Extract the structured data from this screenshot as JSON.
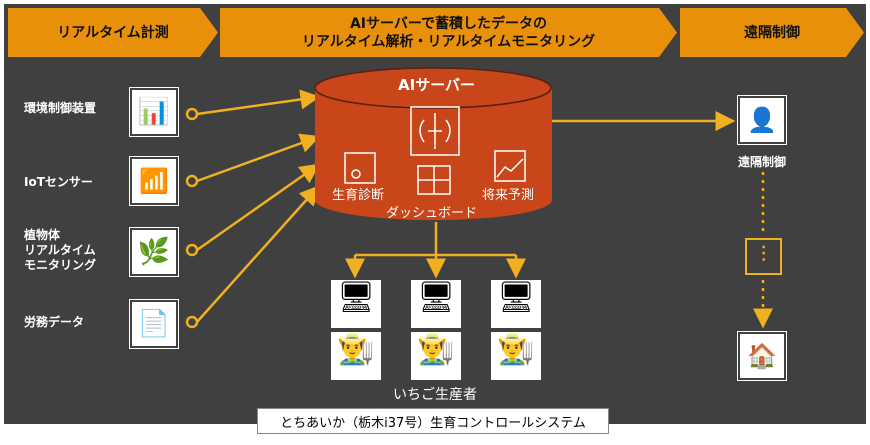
{
  "header": {
    "step1": "リアルタイム計測",
    "step2_line1": "AIサーバーで蓄積したデータの",
    "step2_line2": "リアルタイム解析・リアルタイムモニタリング",
    "step3": "遠隔制御"
  },
  "inputs": [
    {
      "label": "環境制御装置",
      "icon": "presentation-chart-icon"
    },
    {
      "label": "IoTセンサー",
      "icon": "sensor-icon"
    },
    {
      "label_lines": [
        "植物体",
        "リアルタイム",
        "モニタリング"
      ],
      "icon": "plant-icon"
    },
    {
      "label": "労務データ",
      "icon": "documents-icon"
    }
  ],
  "server": {
    "title": "AIサーバー",
    "diagnosis": "生育診断",
    "forecast": "将来予測",
    "dashboard": "ダッシュボード"
  },
  "producers": {
    "label": "いちご生産者",
    "count": 3
  },
  "control": {
    "label": "遠隔制御"
  },
  "footer": "とちあいか（栃木i37号）生育コントロールシステム",
  "colors": {
    "header": "#E8900A",
    "server": "#C8461A",
    "line": "#F0B020",
    "background": "#404040"
  }
}
